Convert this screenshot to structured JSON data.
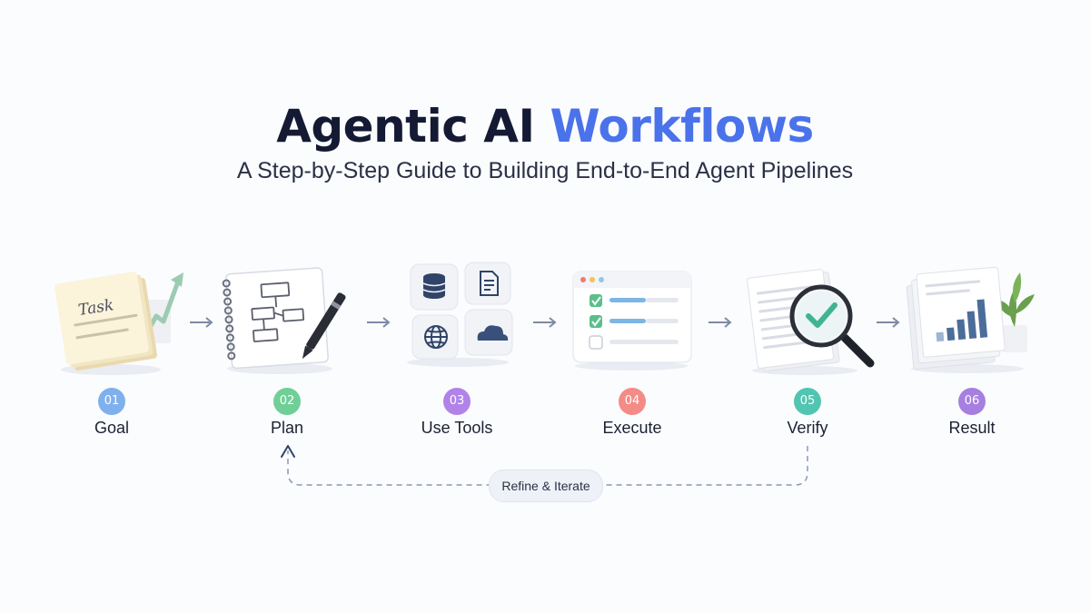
{
  "header": {
    "title_main": "Agentic AI ",
    "title_accent": "Workflows",
    "subtitle": "A Step-by-Step Guide to Building End-to-End Agent Pipelines"
  },
  "steps": [
    {
      "number": "01",
      "label": "Goal",
      "color": "#7fb0ee",
      "icon": "task-note-icon",
      "note_text": "Task"
    },
    {
      "number": "02",
      "label": "Plan",
      "color": "#6fcf97",
      "icon": "flowchart-notebook-icon"
    },
    {
      "number": "03",
      "label": "Use Tools",
      "color": "#b183e8",
      "icon": "tools-grid-icon"
    },
    {
      "number": "04",
      "label": "Execute",
      "color": "#f38b86",
      "icon": "checklist-window-icon"
    },
    {
      "number": "05",
      "label": "Verify",
      "color": "#52c4b2",
      "icon": "magnifier-check-icon"
    },
    {
      "number": "06",
      "label": "Result",
      "color": "#a67fe0",
      "icon": "report-chart-icon"
    }
  ],
  "loop": {
    "label": "Refine & Iterate",
    "from_step": "Verify",
    "to_step": "Plan"
  },
  "colors": {
    "title": "#141a33",
    "accent": "#4a72ea",
    "arrow": "#7e8aa5"
  }
}
